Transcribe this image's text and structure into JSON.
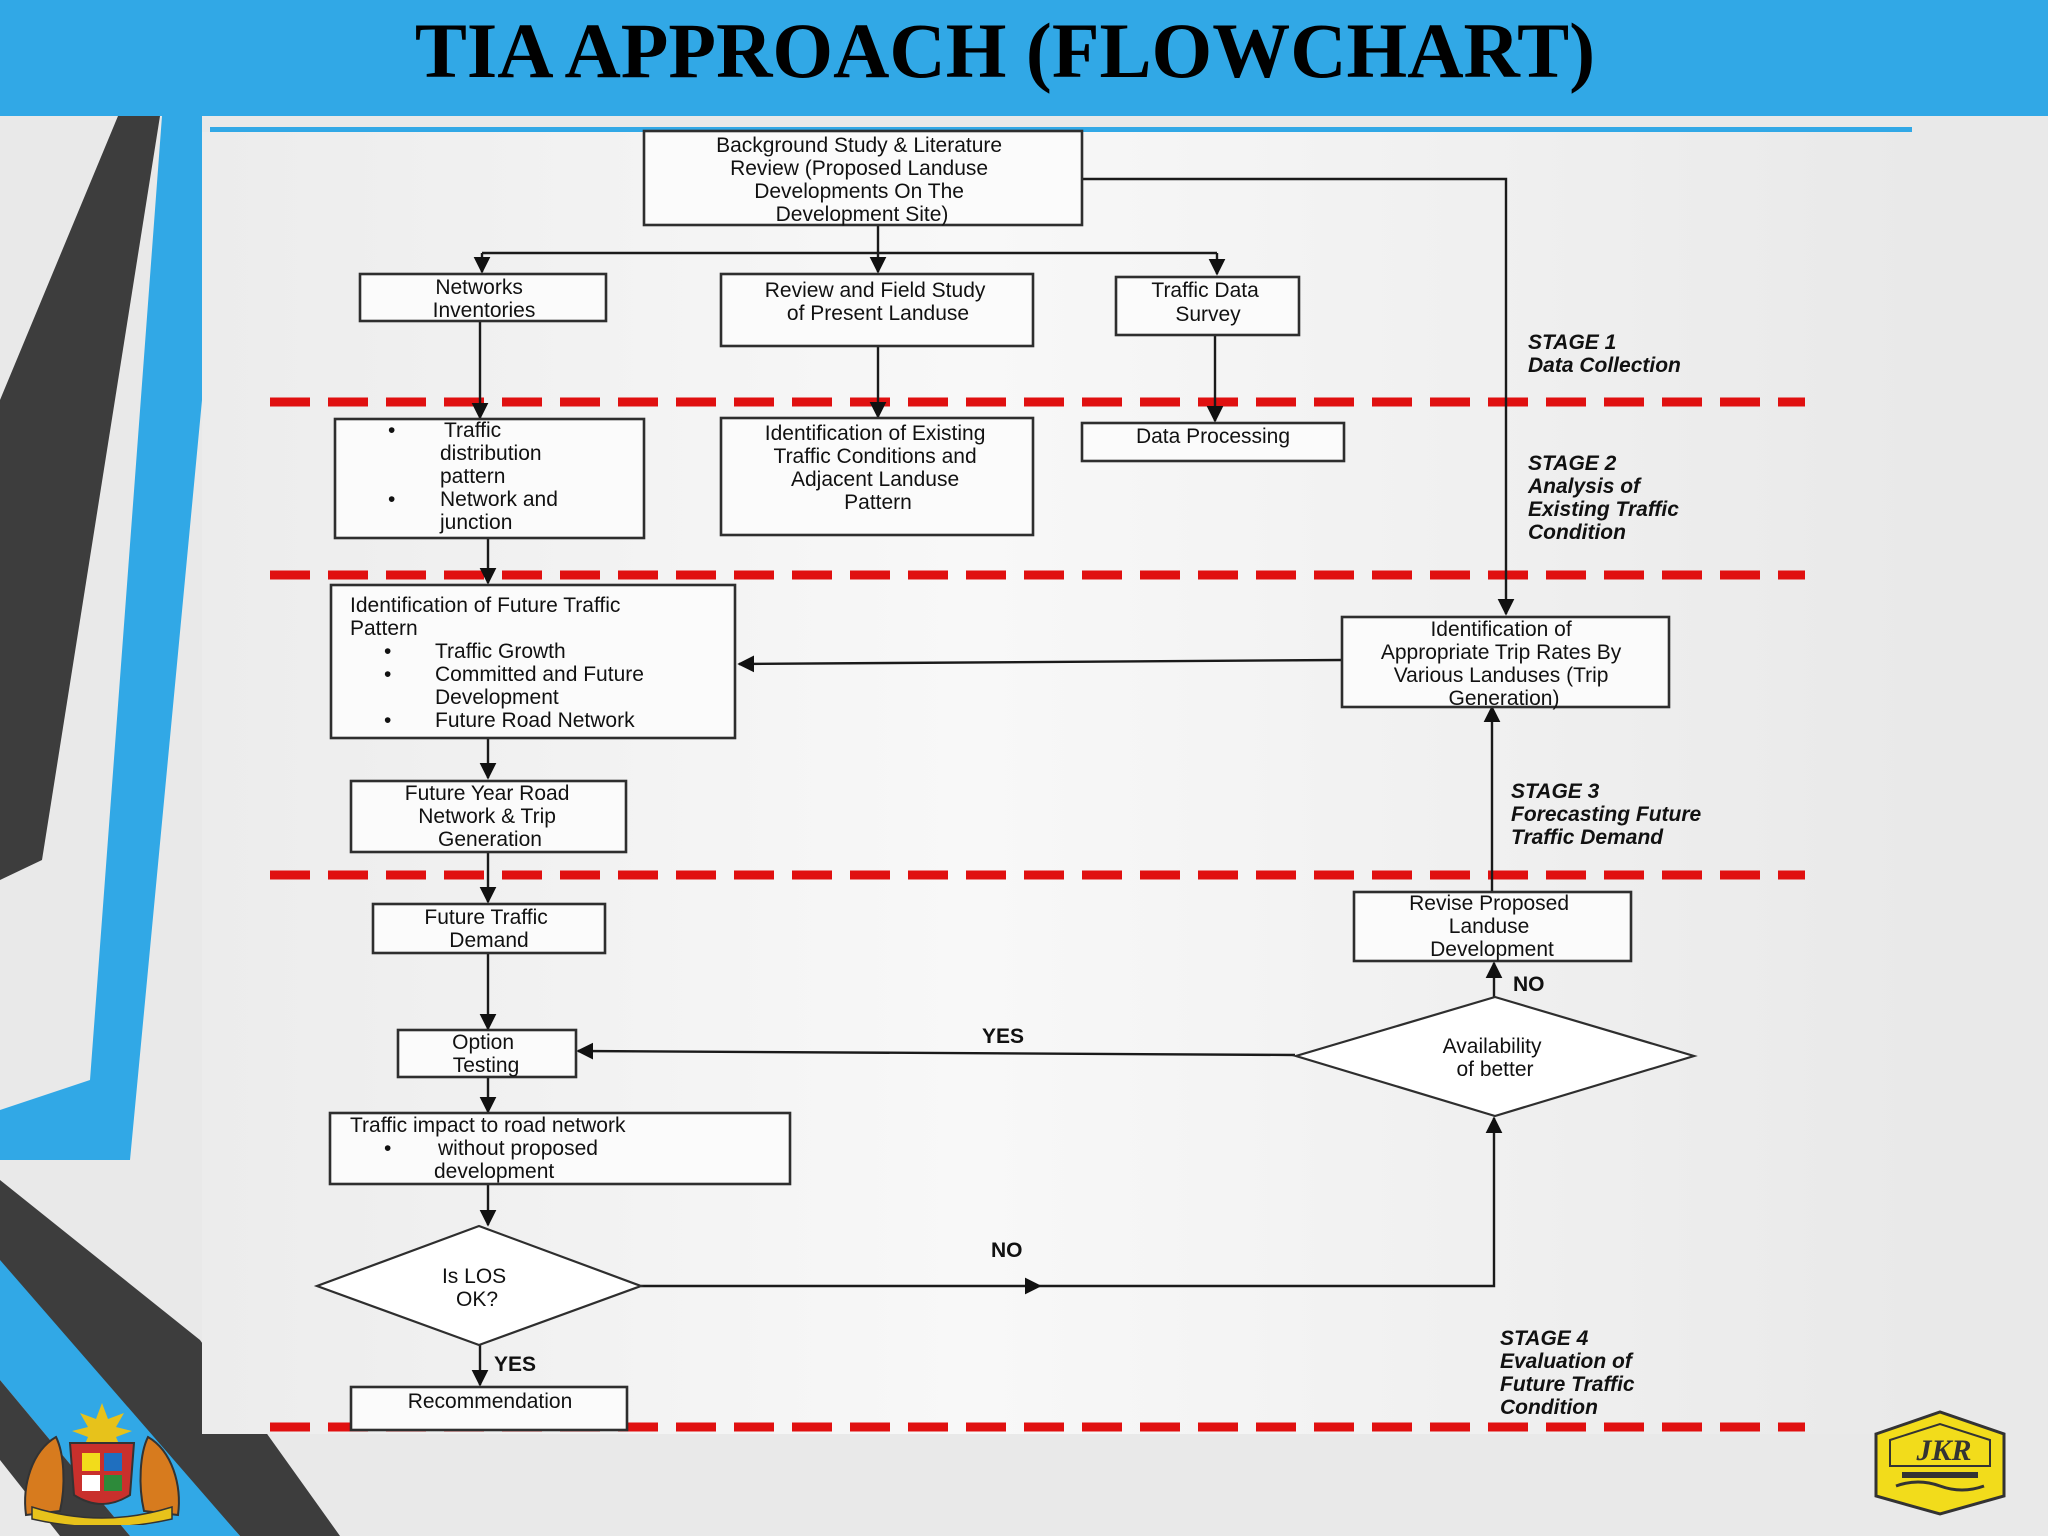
{
  "slide_title": "TIA APPROACH (FLOWCHART)",
  "colors": {
    "header": "#31a8e6",
    "divider": "#e01010",
    "deco_dark": "#3d3d3d",
    "jkr_yellow": "#f2dc1b"
  },
  "stages": [
    {
      "name": "STAGE 1",
      "lines": [
        "Data Collection"
      ]
    },
    {
      "name": "STAGE 2",
      "lines": [
        "Analysis of",
        "Existing Traffic",
        "Condition"
      ]
    },
    {
      "name": "STAGE 3",
      "lines": [
        "Forecasting Future",
        "Traffic Demand"
      ]
    },
    {
      "name": "STAGE 4",
      "lines": [
        "Evaluation of",
        "Future Traffic",
        "Condition"
      ]
    }
  ],
  "nodes": {
    "background_study": [
      "Background Study & Literature",
      "Review (Proposed Landuse",
      "Developments On The",
      "Development Site)"
    ],
    "networks_inventories": [
      "Networks",
      "Inventories"
    ],
    "review_field_study": [
      "Review and Field Study",
      "of Present Landuse"
    ],
    "traffic_data_survey": [
      "Traffic Data",
      "Survey"
    ],
    "traffic_distribution": {
      "items": [
        [
          "Traffic",
          "distribution",
          "pattern"
        ],
        [
          "Network and",
          "junction"
        ]
      ]
    },
    "identification_existing": [
      "Identification of Existing",
      "Traffic Conditions and",
      "Adjacent Landuse",
      "Pattern"
    ],
    "data_processing": [
      "Data Processing"
    ],
    "future_traffic_pattern": {
      "heading": [
        "Identification of Future Traffic",
        "Pattern"
      ],
      "items": [
        [
          "Traffic Growth"
        ],
        [
          "Committed and Future",
          "Development"
        ],
        [
          "Future Road Network"
        ]
      ]
    },
    "trip_rates": [
      "Identification of",
      "Appropriate Trip Rates By",
      "Various Landuses (Trip",
      "Generation)"
    ],
    "future_year_road": [
      "Future Year Road",
      "Network & Trip",
      "Generation"
    ],
    "future_traffic_demand": [
      "Future Traffic",
      "Demand"
    ],
    "revise_landuse": [
      "Revise Proposed",
      "Landuse",
      "Development"
    ],
    "option_testing": [
      "Option",
      "Testing"
    ],
    "availability": [
      "Availability",
      "of better"
    ],
    "traffic_impact": {
      "heading": [
        "Traffic impact to road network"
      ],
      "items": [
        [
          "without proposed",
          "development"
        ]
      ]
    },
    "los_ok": [
      "Is LOS",
      "OK?"
    ],
    "recommendation": [
      "Recommendation"
    ]
  },
  "edge_labels": {
    "availability_yes": "YES",
    "availability_no": "NO",
    "los_no": "NO",
    "los_yes": "YES"
  },
  "logos": {
    "jkr": "JKR"
  }
}
